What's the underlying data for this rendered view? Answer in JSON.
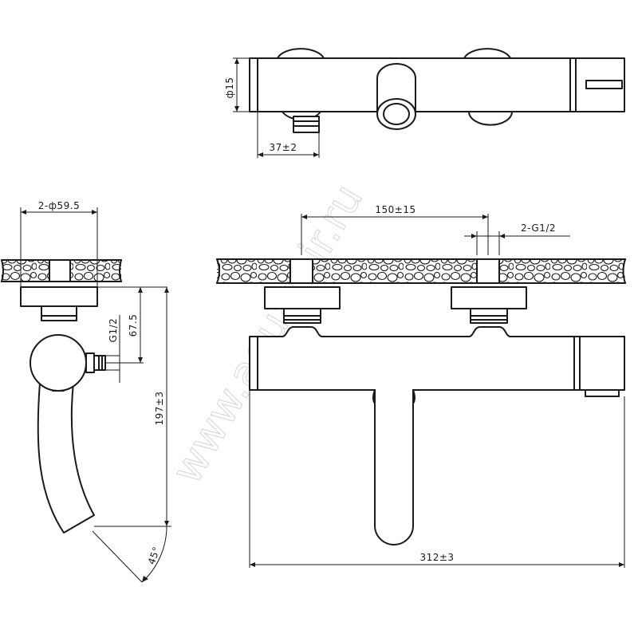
{
  "dimensions": {
    "top_diameter": "ф15",
    "top_offset": "37±2",
    "side_flange": "2-ф59.5",
    "side_thread": "G1/2",
    "side_height_small": "67.5",
    "side_height_total": "197±3",
    "side_angle": "45°",
    "front_spacing": "150±15",
    "front_thread": "2-G1/2",
    "front_width": "312±3"
  },
  "watermark": "www.aquamir.ru",
  "colors": {
    "line": "#1a1a1a",
    "background": "#ffffff",
    "watermark": "#d6d6d6"
  }
}
